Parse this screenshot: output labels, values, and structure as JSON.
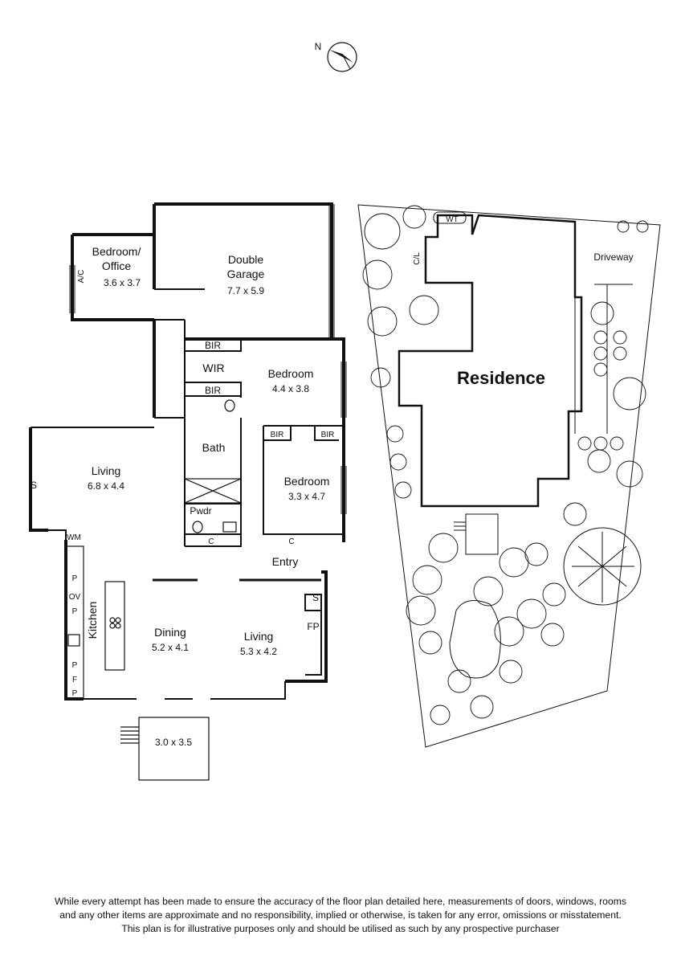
{
  "compass": {
    "north_label": "N"
  },
  "rooms": {
    "bedroom_office": {
      "name_line1": "Bedroom/",
      "name_line2": "Office",
      "size": "3.6 x 3.7",
      "ac": "A/C"
    },
    "garage": {
      "name_line1": "Double",
      "name_line2": "Garage",
      "size": "7.7 x 5.9"
    },
    "bir1": "BIR",
    "wir": "WIR",
    "bir2": "BIR",
    "bedroom1": {
      "name": "Bedroom",
      "size": "4.4 x 3.8"
    },
    "bir3": "BIR",
    "bir4": "BIR",
    "bath": "Bath",
    "living1": {
      "name": "Living",
      "size": "6.8 x 4.4",
      "s": "S"
    },
    "bedroom2": {
      "name": "Bedroom",
      "size": "3.3 x 4.7"
    },
    "pwdr": "Pwdr",
    "c1": "C",
    "c2": "C",
    "wm": "WM",
    "entry": "Entry",
    "kitchen": "Kitchen",
    "p1": "P",
    "ov": "OV",
    "p2": "P",
    "p3": "P",
    "f": "F",
    "p4": "P",
    "dining": {
      "name": "Dining",
      "size": "5.2 x 4.1"
    },
    "living2": {
      "name": "Living",
      "size": "5.3 x 4.2",
      "s": "S",
      "fp": "FP"
    },
    "deck": {
      "size": "3.0 x 3.5"
    }
  },
  "site": {
    "wt": "WT",
    "cl": "C/L",
    "residence": "Residence",
    "driveway": "Driveway"
  },
  "disclaimer": [
    "While every attempt has been made to ensure the accuracy of the floor plan detailed here, measurements of doors, windows, rooms",
    "and any other items are approximate and no responsibility, implied or otherwise, is taken for any error, omissions or misstatement.",
    "This plan is for illustrative purposes only and should be utilised as such by any prospective purchaser"
  ]
}
